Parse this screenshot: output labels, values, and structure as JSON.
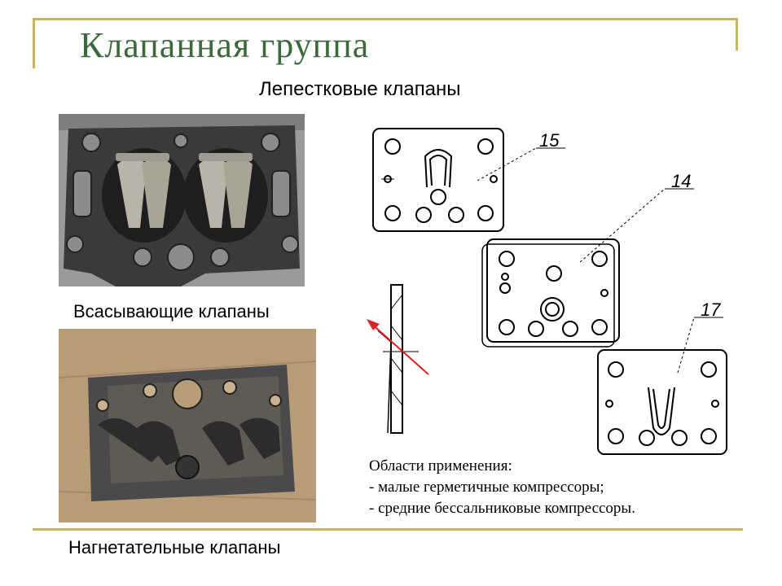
{
  "title": "Клапанная группа",
  "subtitle": "Лепестковые клапаны",
  "photo_labels": {
    "suction": "Всасывающие клапаны",
    "discharge": "Нагнетательные клапаны"
  },
  "drawing_callouts": [
    "15",
    "14",
    "17"
  ],
  "notes": {
    "heading": "Области применения:",
    "items": [
      "- малые герметичные компрессоры;",
      "- средние бессальниковые компрессоры."
    ]
  },
  "colors": {
    "title": "#3a6a3a",
    "frame": "#c8b45a",
    "arrow": "#e02020"
  }
}
